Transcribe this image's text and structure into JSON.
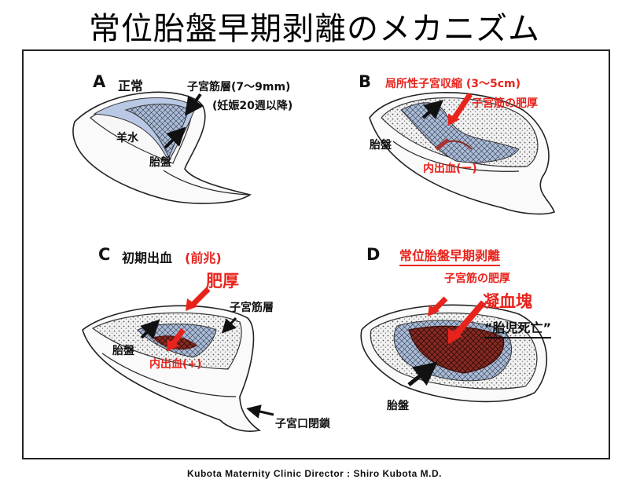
{
  "title": "常位胎盤早期剥離のメカニズム",
  "panels": {
    "a": {
      "letter": "A",
      "heading": "正常",
      "muscle": "子宮筋層(7〜9mm)",
      "week": "(妊娠20週以降)",
      "amniotic": "羊水",
      "placenta": "胎盤"
    },
    "b": {
      "letter": "B",
      "heading": "局所性子宮収縮 (3〜5cm)",
      "thick": "子宮筋の肥厚",
      "placenta": "胎盤",
      "bleed": "内出血(ー)"
    },
    "c": {
      "letter": "C",
      "heading_black": "初期出血",
      "heading_red": "(前兆)",
      "thick": "肥厚",
      "muscle": "子宮筋層",
      "placenta": "胎盤",
      "bleed": "内出血(+)",
      "os": "子宮口閉鎖"
    },
    "d": {
      "letter": "D",
      "heading": "常位胎盤早期剥離",
      "thick": "子宮筋の肥厚",
      "clot": "凝血塊",
      "death": "“胎児死亡”",
      "placenta": "胎盤"
    }
  },
  "footer": "Kubota Maternity Clinic Director : Shiro Kubota M.D.",
  "colors": {
    "accent_red": "#e8231c",
    "placenta_blue": "#9fb4d8",
    "clot_dark": "#6b1f1a"
  }
}
